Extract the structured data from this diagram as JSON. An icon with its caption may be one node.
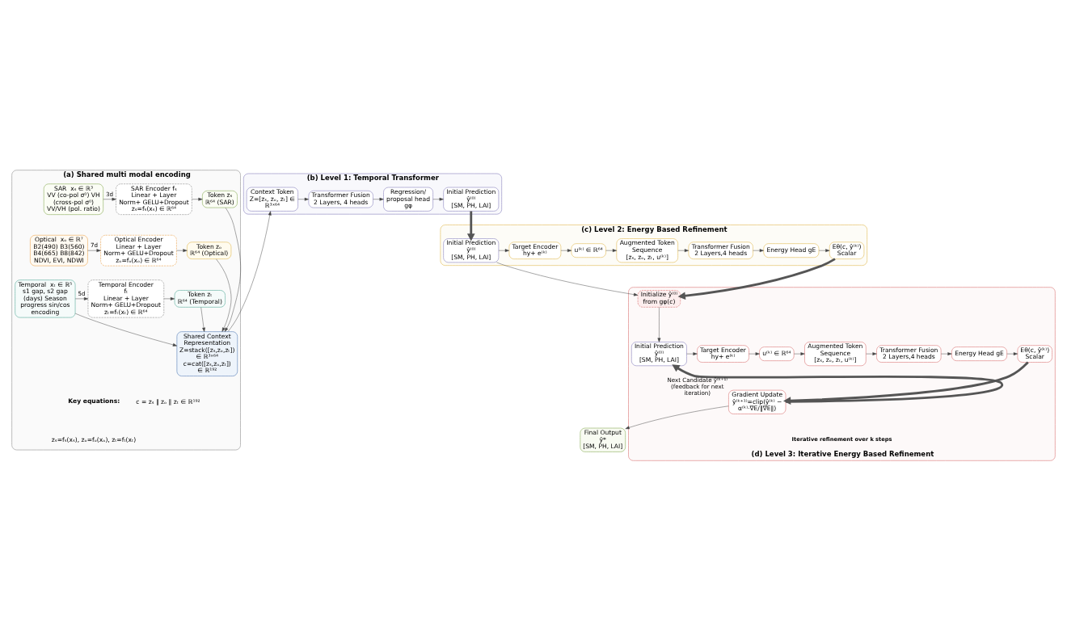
{
  "diagram": {
    "nodes": [
      {
        "text": [
          "(a) Shared multi modal encoding"
        ]
      },
      {
        "text": [
          "SAR  xₛ ∈ ℝ³",
          "VV (co-pol σ⁰) VH (cross-pol σ⁰) VV/VH (pol. ratio)"
        ],
        "in": 0
      },
      {
        "text": [
          "SAR Encoder fₛ",
          "Linear + Layer Norm+ GELU+Dropout",
          "zₛ=fₛ(xₛ) ∈ ℝ⁶⁴"
        ],
        "in": 0
      },
      {
        "text": [
          "Token zₛ",
          "ℝ⁶⁴ (SAR)"
        ],
        "in": 0
      },
      {
        "text": [
          "Optical  xₒ ∈ ℝ⁷",
          "B2(490) B3(560) B4(665) B8(842) NDVI, EVI, NDWI"
        ],
        "in": 0
      },
      {
        "text": [
          "Optical Encoder",
          "Linear + Layer Norm+ GELU+Dropout",
          "zₒ=fₒ(xₒ) ∈ ℝ⁶⁴"
        ],
        "in": 0
      },
      {
        "text": [
          "Token zₒ",
          "ℝ⁶⁴ (Optical)"
        ],
        "in": 0
      },
      {
        "text": [
          "Temporal  xₜ ∈ ℝ⁵",
          "s1 gap, s2 gap (days) Season progress sin/cos encoding"
        ],
        "in": 0
      },
      {
        "text": [
          "Temporal Encoder fₜ",
          "Linear + Layer Norm+ GELU+Dropout",
          "zₜ=fₜ(xₜ) ∈ ℝ⁶⁴"
        ],
        "in": 0
      },
      {
        "text": [
          "Token zₜ",
          "ℝ⁶⁴ (Temporal)"
        ],
        "in": 0
      },
      {
        "text": [
          "Shared Context Representation",
          "Z=stack([zₛ,zₒ,zₜ]) ∈ ℝ³ˣ⁶⁴",
          "c=cat([zₛ,zₒ,zₜ]) ∈ ℝ¹⁹²"
        ],
        "in": 0
      },
      {
        "text": [
          "(b) Level 1: Temporal Transformer"
        ]
      },
      {
        "text": [
          "Context Token",
          "Z=[zₛ, zₒ, zₜ] ∈ ℝ³ˣ⁶⁴"
        ],
        "in": 11
      },
      {
        "text": [
          "Transformer Fusion",
          "2 Layers, 4 heads"
        ],
        "in": 11
      },
      {
        "text": [
          "Regression/ proposal head",
          "gφ"
        ],
        "in": 11
      },
      {
        "text": [
          "Initial Prediction",
          "ŷ⁽⁰⁾",
          "[SM, PH, LAI]"
        ],
        "in": 11
      },
      {
        "text": [
          "(c) Level 2: Energy Based Refinement"
        ]
      },
      {
        "text": [
          "Initial Prediction",
          "ŷ⁽⁰⁾",
          "[SM, PH, LAI]"
        ],
        "in": 16
      },
      {
        "text": [
          "Target Encoder",
          "hy+ e⁽ᵏ⁾"
        ],
        "in": 16
      },
      {
        "text": [
          "u⁽ᵏ⁾ ∈ ℝ⁶⁴"
        ],
        "in": 16
      },
      {
        "text": [
          "Augmented Token Sequence",
          "[zₛ, zₒ, zₜ, u⁽ᵏ⁾]"
        ],
        "in": 16
      },
      {
        "text": [
          "Transformer Fusion",
          "2 Layers,4 heads"
        ],
        "in": 16
      },
      {
        "text": [
          "Energy Head gE"
        ],
        "in": 16
      },
      {
        "text": [
          "Eθ(c, ŷ⁽ᵏ⁾)",
          "Scalar"
        ],
        "in": 16
      },
      {
        "text": [
          "(d) Level 3: Iterative Energy Based Refinement"
        ]
      },
      {
        "text": [
          "Initialize ŷ⁽⁰⁾ from gφ(c)"
        ],
        "in": 24
      },
      {
        "text": [
          "Initial Prediction",
          "ŷ⁽⁰⁾",
          "[SM, PH, LAI]"
        ],
        "in": 24
      },
      {
        "text": [
          "Target Encoder",
          "hy+ e⁽ᵏ⁾"
        ],
        "in": 24
      },
      {
        "text": [
          "u⁽ᵏ⁾ ∈ ℝ⁶⁴"
        ],
        "in": 24
      },
      {
        "text": [
          "Augmented Token Sequence",
          "[zₛ, zₒ, zₜ, u⁽ᵏ⁾]"
        ],
        "in": 24
      },
      {
        "text": [
          "Transformer Fusion",
          "2 Layers,4 heads"
        ],
        "in": 24
      },
      {
        "text": [
          "Energy Head gE"
        ],
        "in": 24
      },
      {
        "text": [
          "Eθ(c, ŷ⁽ᵏ⁾)",
          "Scalar"
        ],
        "in": 24
      },
      {
        "text": [
          "Gradient Update",
          "ŷ⁽ᵏ⁺¹⁾=clip(ŷ⁽ᵏ⁾ − α⁽ᵏ⁾·∇E/‖∇E‖)"
        ],
        "in": 24
      },
      {
        "text": [
          "Final Output",
          "ŷ*",
          "[SM, PH, LAI]"
        ]
      }
    ],
    "edges": [
      {
        "from": 1,
        "to": 2,
        "arrow": "to",
        "label": "3d"
      },
      {
        "from": 2,
        "to": 3,
        "arrow": "to"
      },
      {
        "from": 4,
        "to": 5,
        "arrow": "to",
        "label": "7d"
      },
      {
        "from": 5,
        "to": 6,
        "arrow": "to"
      },
      {
        "from": 7,
        "to": 8,
        "arrow": "to",
        "label": "5d"
      },
      {
        "from": 8,
        "to": 9,
        "arrow": "to"
      },
      {
        "from": 3,
        "to": 10,
        "arrow": "to"
      },
      {
        "from": 6,
        "to": 10,
        "arrow": "to"
      },
      {
        "from": 9,
        "to": 10,
        "arrow": "to"
      },
      {
        "from": 7,
        "to": 10,
        "arrow": "to"
      },
      {
        "from": 10,
        "to": 12,
        "arrow": "to"
      },
      {
        "from": 12,
        "to": 13,
        "arrow": "to"
      },
      {
        "from": 13,
        "to": 14,
        "arrow": "to"
      },
      {
        "from": 14,
        "to": 15,
        "arrow": "to"
      },
      {
        "from": 15,
        "to": 17,
        "arrow": "to",
        "style": "thick"
      },
      {
        "from": 17,
        "to": 18,
        "arrow": "to"
      },
      {
        "from": 18,
        "to": 19,
        "arrow": "to"
      },
      {
        "from": 19,
        "to": 20,
        "arrow": "to"
      },
      {
        "from": 20,
        "to": 21,
        "arrow": "to"
      },
      {
        "from": 21,
        "to": 22,
        "arrow": "to"
      },
      {
        "from": 22,
        "to": 23,
        "arrow": "to"
      },
      {
        "from": 17,
        "to": 25,
        "arrow": "to"
      },
      {
        "from": 23,
        "to": 25,
        "arrow": "to",
        "style": "thick"
      },
      {
        "from": 25,
        "to": 26,
        "arrow": "to"
      },
      {
        "from": 26,
        "to": 27,
        "arrow": "to"
      },
      {
        "from": 27,
        "to": 28,
        "arrow": "to"
      },
      {
        "from": 28,
        "to": 29,
        "arrow": "to"
      },
      {
        "from": 29,
        "to": 30,
        "arrow": "to"
      },
      {
        "from": 30,
        "to": 31,
        "arrow": "to"
      },
      {
        "from": 31,
        "to": 32,
        "arrow": "to"
      },
      {
        "from": 32,
        "to": 33,
        "arrow": "to",
        "style": "thick"
      },
      {
        "from": 33,
        "to": 26,
        "arrow": "to",
        "style": "thick",
        "label": "Next Candidate ŷ⁽ᵏ⁺¹⁾ (feedback for next iteration)"
      },
      {
        "from": 33,
        "to": 34,
        "arrow": "to"
      }
    ],
    "labels": [
      "Key equations:",
      "c = zₛ ‖ zₒ ‖ zₜ ∈ ℝ¹⁹²",
      "zₛ=fₛ(xₛ), zₒ=fₒ(xₒ), zₜ=fₜ(xₜ)",
      "Iterative refinement over k steps"
    ]
  }
}
